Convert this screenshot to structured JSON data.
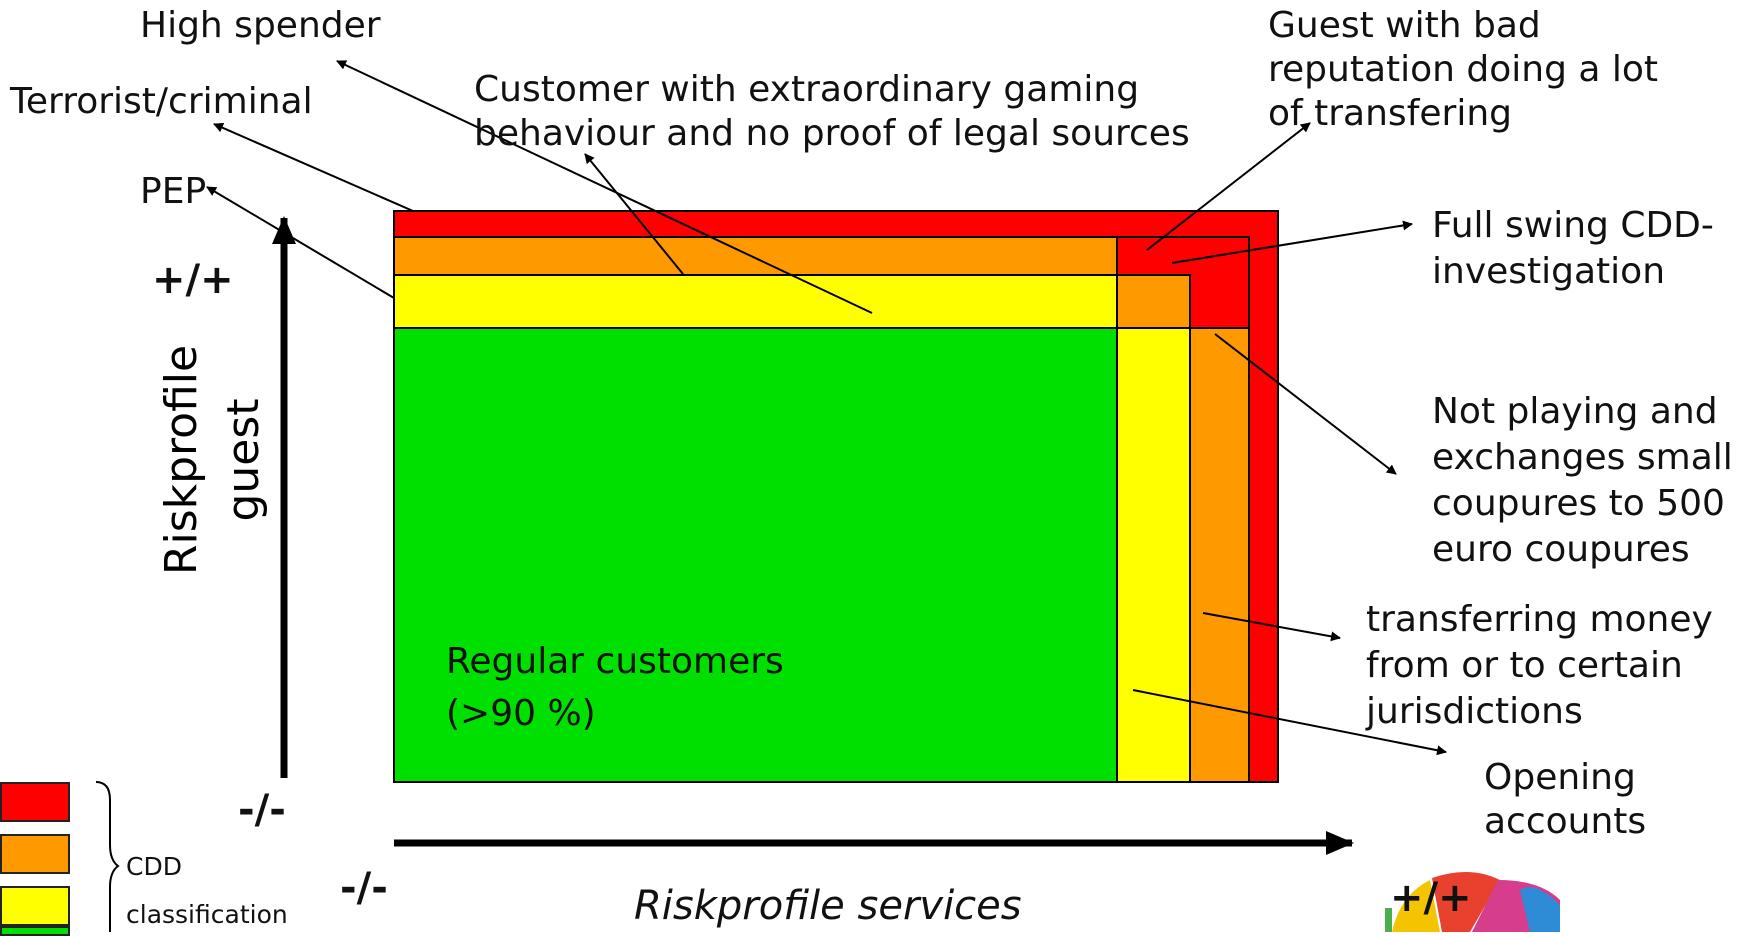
{
  "colors": {
    "red": "#FF0000",
    "orange": "#FF9900",
    "yellow": "#FFFF00",
    "green": "#00E000",
    "stroke": "#000000"
  },
  "labels": {
    "high_spender": "High spender",
    "terrorist": "Terrorist/criminal",
    "pep": "PEP",
    "customer_extra_1": "Customer with extraordinary gaming",
    "customer_extra_2": "behaviour and no proof of legal sources",
    "guest_bad_1": "Guest with bad",
    "guest_bad_2": "reputation doing a lot",
    "guest_bad_3": "of transfering",
    "full_swing_1": "Full swing CDD-",
    "full_swing_2": "investigation",
    "not_playing_1": "Not playing and",
    "not_playing_2": "exchanges small",
    "not_playing_3": "coupures to 500",
    "not_playing_4": "euro coupures",
    "transferring_1": "transferring money",
    "transferring_2": "from or to certain",
    "transferring_3": "jurisdictions",
    "opening_1": "Opening",
    "opening_2": "accounts",
    "regular_1": "Regular customers",
    "regular_2": "(>90 %)"
  },
  "axes": {
    "y_title_1": "Riskprofile",
    "y_title_2": "guest",
    "y_top": "+/+",
    "y_bottom": "-/-",
    "x_title": "Riskprofile services",
    "x_left": "-/-",
    "x_right": "+/+"
  },
  "legend": {
    "line_1": "CDD",
    "line_2": "classification"
  }
}
